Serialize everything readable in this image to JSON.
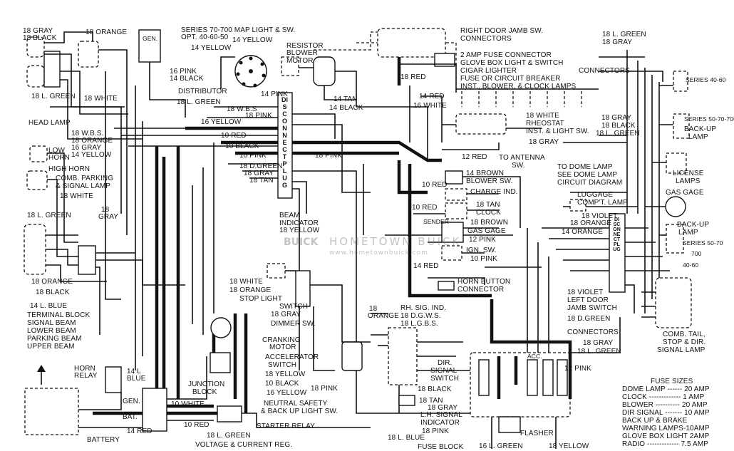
{
  "watermark": {
    "line1": "HOMETOWN BUICK",
    "line2": "www.hometownbuick.com",
    "logo": "BUICK"
  },
  "disconnect_left": "DISCONNECT PLUG",
  "disconnect_right": "DISCONNECT PLUG",
  "fuse_sizes": {
    "title": "FUSE SIZES",
    "rows": [
      "DOME LAMP ------ 20 AMP",
      "CLOCK ------------- 1 AMP",
      "BLOWER ---------- 20 AMP",
      "DIR SIGNAL ------- 10 AMP",
      "BACK UP & BRAKE",
      "WARNING LAMPS-10AMP",
      "GLOVE BOX LIGHT 2AMP",
      "RADIO ------------- 7.5 AMP"
    ]
  },
  "labels": {
    "l_18gray_tl": "18 GRAY",
    "l_18black_tl": "18 BLACK",
    "l_18orange_top": "18 ORANGE",
    "l_series_map": "SERIES 70-700 MAP LIGHT & SW.",
    "l_opt": "OPT. 40-60-50",
    "l_14yellow_top": "14 YELLOW",
    "l_14yellow_dist": "14 YELLOW",
    "l_resistor": "RESISTOR",
    "l_blower_motor": "BLOWER",
    "l_motor": "MOTOR",
    "l_16pink": "16 PINK",
    "l_14black_dist": "14 BLACK",
    "l_18lgreen_l": "18 L. GREEN",
    "l_18white_l": "18 WHITE",
    "l_distributor": "DISTRIBUTOR",
    "l_14pink": "14 PINK",
    "l_18lgreen_mid": "18 L. GREEN",
    "l_18wbs": "18 W.B.S",
    "l_head_lamp": "HEAD LAMP",
    "l_18pink_a": "18 PINK",
    "l_16yellow": "16 YELLOW",
    "l_18wbs2": "18 W.B.S.",
    "l_18orange2": "18 ORANGE",
    "l_16gray": "16 GRAY",
    "l_14yellow3": "14 YELLOW",
    "l_low_horn": "LOW",
    "l_horn": "HORN",
    "l_10red": "10 RED",
    "l_10black": "10 BLACK",
    "l_10pink": "10 PINK",
    "l_18pink_b": "18 PINK",
    "l_18dgreen": "18 D.GREEN",
    "l_18gray_c": "18 GRAY",
    "l_18tan": "18 TAN",
    "l_high_horn": "HIGH HORN",
    "l_comb_parking": "COMB. PARKING",
    "l_signal_lamp": "& SIGNAL LAMP",
    "l_18white_b": "18 WHITE",
    "l_18gray_b": "18",
    "l_18gray_b2": "GRAY",
    "l_18lgreen_b": "18 L. GREEN",
    "l_beam": "BEAM",
    "l_indicator": "INDICATOR",
    "l_18yellow_b": "18 YELLOW",
    "l_18orange_c": "18 ORANGE",
    "l_18black_c": "18 BLACK",
    "l_14lblue": "14 L. BLUE",
    "l_terminal": "TERMINAL BLOCK",
    "l_signal_beam": "SIGNAL BEAM",
    "l_lower_beam": "LOWER BEAM",
    "l_parking_beam": "PARKING BEAM",
    "l_upper_beam": "UPPER BEAM",
    "l_18white_st": "18 WHITE",
    "l_18orange_st": "18 ORANGE",
    "l_stop_light": "STOP LIGHT",
    "l_switch": "SWITCH",
    "l_18gray_st": "18 GRAY",
    "l_dimmer": "DIMMER SW.",
    "l_cranking": "CRANKING",
    "l_motor2": "MOTOR",
    "l_accelerator": "ACCELERATOR",
    "l_switch2": "SWITCH",
    "l_18yellow_acc": "18 YELLOW",
    "l_10black_acc": "10 BLACK",
    "l_16yellow_acc": "16 YELLOW",
    "l_junction": "JUNCTION",
    "l_block": "BLOCK",
    "l_horn_relay": "HORN",
    "l_relay": "RELAY",
    "l_14lblue2": "14 L",
    "l_blue2": "BLUE",
    "l_gen_small": "GEN.",
    "l_gen": "GEN.",
    "l_bat": "BAT.",
    "l_10white": "10 WHITE",
    "l_14red": "14 RED",
    "l_10red_b": "10 RED",
    "l_battery": "BATTERY",
    "l_18lgreen_c": "18 L. GREEN",
    "l_voltage": "VOLTAGE & CURRENT REG.",
    "l_starter_relay": "STARTER RELAY",
    "l_neutral": "NEUTRAL SAFETY",
    "l_backup_sw": "& BACK UP LIGHT SW.",
    "l_18pink_n": "18 PINK",
    "l_right_door": "RIGHT DOOR JAMB SW.",
    "l_connectors_t": "CONNECTORS",
    "l_2amp": "2 AMP FUSE CONNECTOR",
    "l_glove": "GLOVE BOX LIGHT & SWITCH",
    "l_cigar": "CIGAR LIGHTER",
    "l_fuse_cb": "FUSE OR CIRCUIT BREAKER",
    "l_inst_lamps": "INST., BLOWER, & CLOCK LAMPS",
    "l_18red_a": "18 RED",
    "l_14red_a": "14 RED",
    "l_14tan": "14 TAN",
    "l_14black_b": "14 BLACK",
    "l_16white": "16 WHITE",
    "l_18white_r": "18 WHITE",
    "l_rheostat": "RHEOSTAT",
    "l_inst_light": "INST. & LIGHT SW.",
    "l_18gray_r": "18 GRAY",
    "l_12red": "12 RED",
    "l_to_antenna": "TO ANTENNA",
    "l_sw": "SW.",
    "l_14brown": "14 BROWN",
    "l_blower_sw": "BLOWER SW.",
    "l_10red_r": "10 RED",
    "l_charge": "CHARGE IND.",
    "l_10red_v": "10 RED",
    "l_18tan_r": "18 TAN",
    "l_clock": "CLOCK",
    "l_sender": "SENDER",
    "l_18brown": "18 BROWN",
    "l_gas_gage": "GAS GAGE",
    "l_12pink_r": "12 PINK",
    "l_ign": "IGN. SW.",
    "l_10pink_r": "10 PINK",
    "l_14red_r": "14 RED",
    "l_horn_button": "HORN BUTTON",
    "l_connector_hb": "CONNECTOR",
    "l_18orange_d": "18",
    "l_18orange_d2": "ORANGE",
    "l_rh_sig": "RH. SIG. IND.",
    "l_18dgws": "18 D.G.W.S.",
    "l_18lgbs": "18 L.G.B.S.",
    "l_dir_signal": "DIR.",
    "l_signal_sw": "SIGNAL",
    "l_switch3": "SWITCH",
    "l_18black_d": "18 BLACK",
    "l_18tan_d": "18 TAN",
    "l_18gray_d": "18 GRAY",
    "l_lh_signal": "L.H. SIGNAL",
    "l_indicator2": "INDICATOR",
    "l_18pink_d": "18 PINK",
    "l_18lblue_d": "18 L. BLUE",
    "l_flasher": "FLASHER",
    "l_fuse_block": "FUSE BLOCK",
    "l_16lgreen": "16 L. GREEN",
    "l_18yellow_d": "18 YELLOW",
    "l_12pink_d": "12 PINK",
    "l_18lgreen_r": "18 L. GREEN",
    "l_18gray_rr": "18 GRAY",
    "l_connectors_r": "CONNECTORS",
    "l_series_4060": "SERIES 40-60",
    "l_series_5070": "SERIES 50-70-700",
    "l_18gray_r2": "18 GRAY",
    "l_18black_r2": "18 BLACK",
    "l_18lgreen_r2": "18 L. GREEN",
    "l_backup_lamp": "BACK-UP",
    "l_lamp": "LAMP",
    "l_license": "LICENSE",
    "l_lamps": "LAMPS",
    "l_to_dome": "TO DOME LAMP",
    "l_see_dome": "SEE DOME LAMP",
    "l_circuit": "CIRCUIT DIAGRAM",
    "l_luggage": "LUGGAGE",
    "l_comp": "COMP'T. LAMP",
    "l_gas_gage_r": "GAS GAGE",
    "l_18violet": "18 VIOLET",
    "l_18orange_r": "18 ORANGE",
    "l_14orange": "14 ORANGE",
    "l_backup_r": "BACK-UP",
    "l_lamp_r": "LAMP",
    "l_series_r": "SERIES 50-70",
    "l_700": "700",
    "l_4060": "40-60",
    "l_18violet_b": "18 VIOLET",
    "l_left_door": "LEFT DOOR",
    "l_jamb_sw": "JAMB SWITCH",
    "l_18dgreen_r": "18 D.GREEN",
    "l_connectors_b": "CONNECTORS",
    "l_18gray_b3": "18 GRAY",
    "l_18lgreen_b3": "18 L. GREEN",
    "l_comb_tail": "COMB. TAIL,",
    "l_stop_dir": "STOP & DIR.",
    "l_signal_lamp_r": "SIGNAL LAMP",
    "l_gen_rel": "GEN.",
    "l_acc": "ACC."
  }
}
